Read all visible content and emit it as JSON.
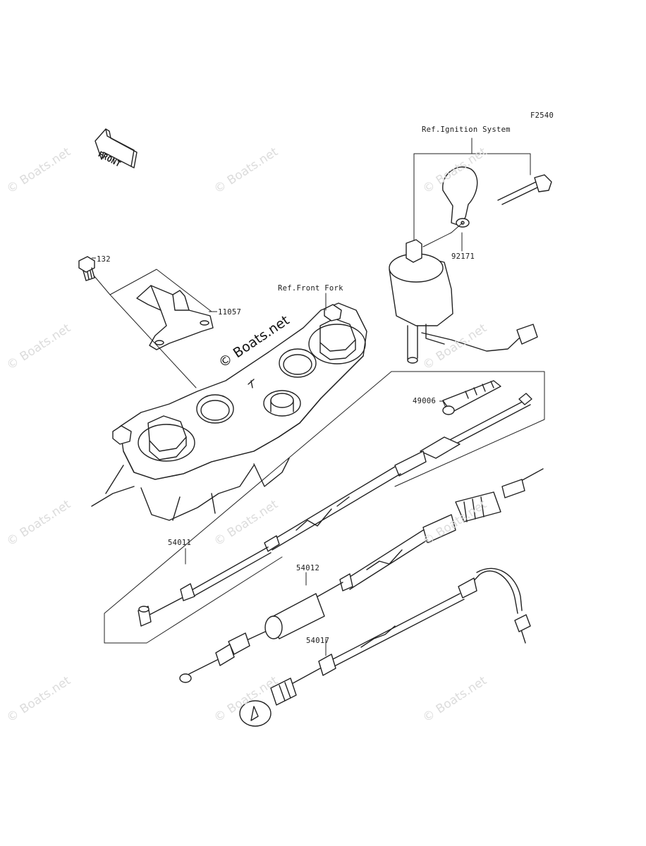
{
  "figure_code": "F2540",
  "references": {
    "ignition": "Ref.Ignition System",
    "front_fork": "Ref.Front Fork"
  },
  "front_arrow": "FRONT",
  "parts": {
    "p132": "132",
    "p11057": "11057",
    "p92171": "92171",
    "p49006": "49006",
    "p54011": "54011",
    "p54012": "54012",
    "p54017": "54017"
  },
  "watermark": "© Boats.net"
}
